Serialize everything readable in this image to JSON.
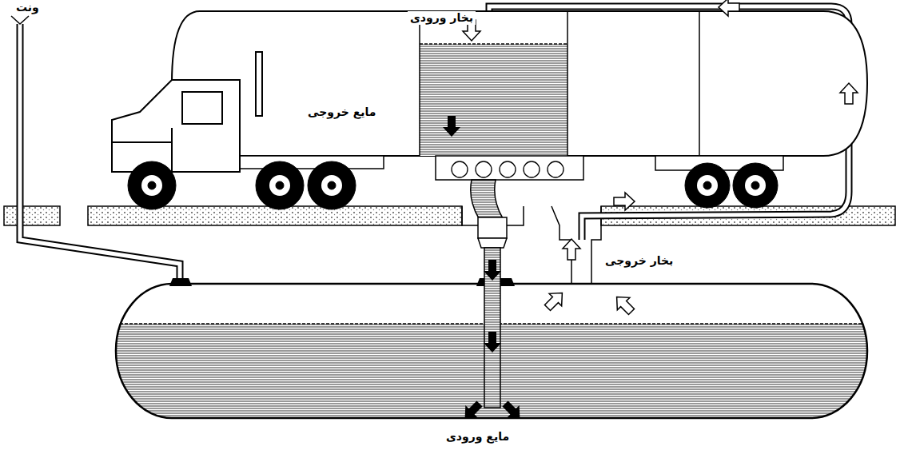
{
  "diagram": {
    "labels": [
      "ونت",
      "بخار ورودی",
      "مایع خروجی",
      "بخار خروجی",
      "مایع ورودی"
    ]
  }
}
